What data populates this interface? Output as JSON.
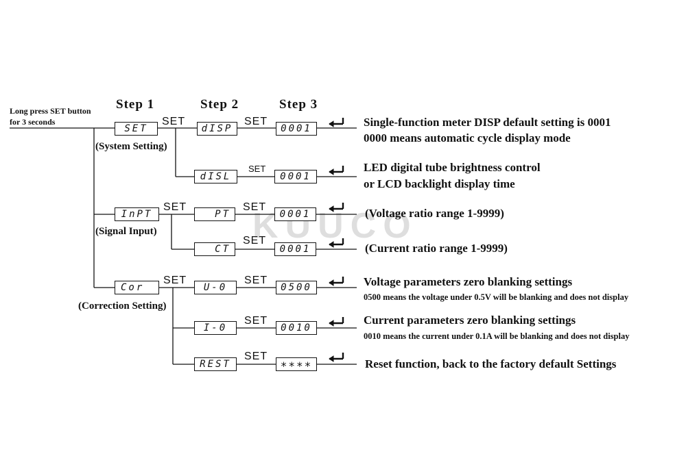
{
  "watermark": "KUUCO",
  "entry": {
    "label_line1": "Long press SET button",
    "label_line2": "for 3 seconds"
  },
  "steps": [
    "Step 1",
    "Step 2",
    "Step 3"
  ],
  "set_label": "SET",
  "enter_symbol": "↵",
  "groups": [
    {
      "name": "system",
      "step1_display": "SET",
      "label": "(System Setting)",
      "rows": [
        {
          "step2_display": "dISP",
          "step3_display": "0001",
          "desc": [
            "Single-function meter DISP default setting is 0001",
            "0000 means automatic cycle display mode"
          ]
        },
        {
          "step2_display": "dISL",
          "step3_display": "0001",
          "desc": [
            "LED digital tube brightness control",
            "or LCD backlight display time"
          ]
        }
      ]
    },
    {
      "name": "signal",
      "step1_display": "InPT",
      "label": "(Signal Input)",
      "rows": [
        {
          "step2_display": "PT",
          "step3_display": "0001",
          "desc": [
            "(Voltage ratio range  1-9999)"
          ]
        },
        {
          "step2_display": "CT",
          "step3_display": "0001",
          "desc": [
            "(Current ratio range  1-9999)"
          ]
        }
      ]
    },
    {
      "name": "correction",
      "step1_display": "Cor",
      "label": "(Correction Setting)",
      "rows": [
        {
          "step2_display": "U-0",
          "step3_display": "0500",
          "desc": [
            "Voltage parameters zero blanking settings",
            "0500 means the voltage under 0.5V will be blanking and does not display"
          ]
        },
        {
          "step2_display": "I-0",
          "step3_display": "0010",
          "desc": [
            "Current parameters zero blanking settings",
            "0010 means the current under 0.1A will be blanking and does not display"
          ]
        },
        {
          "step2_display": "REST",
          "step3_display": "****",
          "desc": [
            "Reset function, back to the factory default Settings"
          ]
        }
      ]
    }
  ]
}
